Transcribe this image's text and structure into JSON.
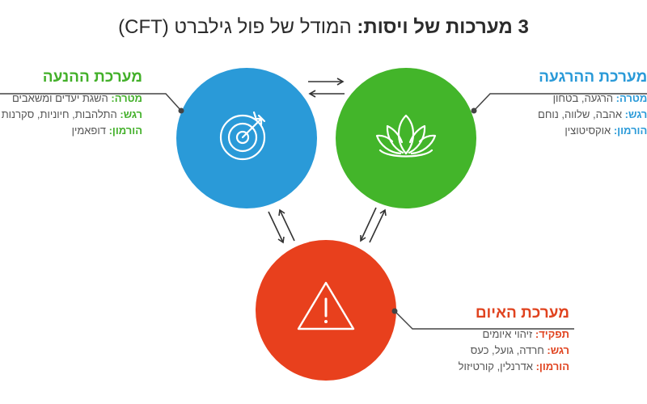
{
  "title": {
    "bold": "3 מערכות של ויסות:",
    "rest": "המודל של פול גילברט (CFT)"
  },
  "colors": {
    "motivation": "#2a9ad8",
    "soothing": "#43b52a",
    "threat": "#e8401d",
    "motivation_text": "#43b02a",
    "soothing_text": "#2a9ad8",
    "threat_text": "#e0431f"
  },
  "systems": {
    "motivation": {
      "icon": "target-icon",
      "name": "מערכת ההנעה",
      "goal_label": "מטרה:",
      "goal": "השגת יעדים ומשאבים",
      "emotion_label": "רגש:",
      "emotion": "התלהבות, חיוניות, סקרנות",
      "hormone_label": "הורמון:",
      "hormone": "דופאמין"
    },
    "soothing": {
      "icon": "lotus-icon",
      "name": "מערכת ההרגעה",
      "goal_label": "מטרה:",
      "goal": "הרגעה, בטחון",
      "emotion_label": "רגש:",
      "emotion": "אהבה, שלווה, נוחם",
      "hormone_label": "הורמון:",
      "hormone": "אוקסיטוצין"
    },
    "threat": {
      "icon": "warning-icon",
      "name": "מערכת האיום",
      "goal_label": "תפקיד:",
      "goal": "זיהוי איומים",
      "emotion_label": "רגש:",
      "emotion": "חרדה, גועל, כעס",
      "hormone_label": "הורמון:",
      "hormone": "אדרנלין, קורטיזול"
    }
  }
}
